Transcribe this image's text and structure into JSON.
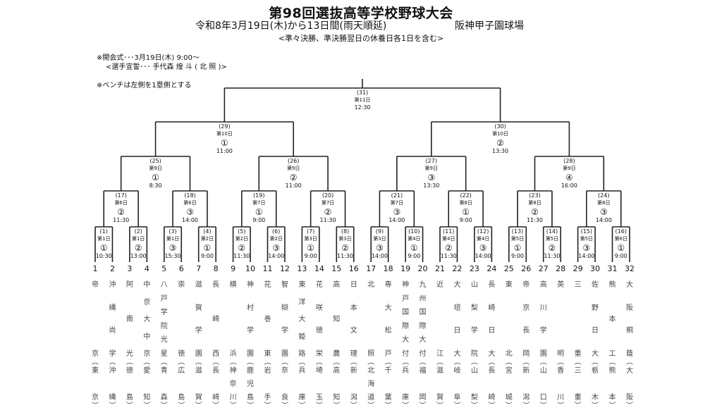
{
  "header": {
    "title": "第98回選抜高等学校野球大会",
    "subtitle": "令和8年3月19日(木)から13日間(雨天順延)",
    "venue": "阪神甲子園球場",
    "rest_note": "<準々決勝、準決勝翌日の休養日各1日を含む>"
  },
  "notes": {
    "opening": "※開会式･･･3月19日(木) 9:00～",
    "oath": "<選手宣誓･･･ 手代森 煌 斗 ( 北 照 )>",
    "bench": "※ベンチは左側を1塁側とする"
  },
  "matches": [
    {
      "num": "(1)",
      "day": "第1日",
      "slot": "①",
      "time": "10:30"
    },
    {
      "num": "(2)",
      "day": "第1日",
      "slot": "②",
      "time": "13:00"
    },
    {
      "num": "(3)",
      "day": "第1日",
      "slot": "③",
      "time": "15:30"
    },
    {
      "num": "(4)",
      "day": "第2日",
      "slot": "①",
      "time": "9:00"
    },
    {
      "num": "(5)",
      "day": "第2日",
      "slot": "②",
      "time": "11:30"
    },
    {
      "num": "(6)",
      "day": "第2日",
      "slot": "③",
      "time": "14:00"
    },
    {
      "num": "(7)",
      "day": "第3日",
      "slot": "①",
      "time": "9:00"
    },
    {
      "num": "(8)",
      "day": "第3日",
      "slot": "②",
      "time": "11:30"
    },
    {
      "num": "(9)",
      "day": "第3日",
      "slot": "③",
      "time": "14:00"
    },
    {
      "num": "(10)",
      "day": "第4日",
      "slot": "①",
      "time": "9:00"
    },
    {
      "num": "(11)",
      "day": "第4日",
      "slot": "②",
      "time": "11:30"
    },
    {
      "num": "(12)",
      "day": "第4日",
      "slot": "③",
      "time": "14:00"
    },
    {
      "num": "(13)",
      "day": "第5日",
      "slot": "①",
      "time": "9:00"
    },
    {
      "num": "(14)",
      "day": "第5日",
      "slot": "②",
      "time": "11:30"
    },
    {
      "num": "(15)",
      "day": "第5日",
      "slot": "③",
      "time": "14:00"
    },
    {
      "num": "(16)",
      "day": "第6日",
      "slot": "①",
      "time": "9:00"
    },
    {
      "num": "(17)",
      "day": "第6日",
      "slot": "②",
      "time": "11:30"
    },
    {
      "num": "(18)",
      "day": "第6日",
      "slot": "③",
      "time": "14:00"
    },
    {
      "num": "(19)",
      "day": "第7日",
      "slot": "①",
      "time": "9:00"
    },
    {
      "num": "(20)",
      "day": "第7日",
      "slot": "②",
      "time": "11:30"
    },
    {
      "num": "(21)",
      "day": "第7日",
      "slot": "③",
      "time": "14:00"
    },
    {
      "num": "(22)",
      "day": "第8日",
      "slot": "①",
      "time": "9:00"
    },
    {
      "num": "(23)",
      "day": "第8日",
      "slot": "②",
      "time": "11:30"
    },
    {
      "num": "(24)",
      "day": "第8日",
      "slot": "③",
      "time": "14:00"
    },
    {
      "num": "(25)",
      "day": "第9日",
      "slot": "①",
      "time": "8:30"
    },
    {
      "num": "(26)",
      "day": "第9日",
      "slot": "②",
      "time": "11:00"
    },
    {
      "num": "(27)",
      "day": "第9日",
      "slot": "③",
      "time": "13:30"
    },
    {
      "num": "(28)",
      "day": "第9日",
      "slot": "④",
      "time": "16:00"
    },
    {
      "num": "(29)",
      "day": "第10日",
      "slot": "①",
      "time": "11:00"
    },
    {
      "num": "(30)",
      "day": "第10日",
      "slot": "②",
      "time": "13:30"
    },
    {
      "num": "(31)",
      "day": "第11日",
      "slot": "",
      "time": "12:30"
    }
  ],
  "teams": [
    {
      "seed": "1",
      "school": "帝京",
      "pref": "東京"
    },
    {
      "seed": "2",
      "school": "沖縄尚学",
      "pref": "沖縄"
    },
    {
      "seed": "3",
      "school": "阿南光",
      "pref": "徳島"
    },
    {
      "seed": "4",
      "school": "中京大中京",
      "pref": "愛知"
    },
    {
      "seed": "5",
      "school": "八戸学院光星",
      "pref": "青森"
    },
    {
      "seed": "6",
      "school": "崇徳",
      "pref": "広島"
    },
    {
      "seed": "7",
      "school": "滋賀学園",
      "pref": "滋賀"
    },
    {
      "seed": "8",
      "school": "長崎西",
      "pref": "長崎"
    },
    {
      "seed": "9",
      "school": "横浜",
      "pref": "神奈川"
    },
    {
      "seed": "10",
      "school": "神村学園",
      "pref": "鹿児島"
    },
    {
      "seed": "11",
      "school": "花巻東",
      "pref": "岩手"
    },
    {
      "seed": "12",
      "school": "智辯学園",
      "pref": "奈良"
    },
    {
      "seed": "13",
      "school": "東洋大姫路",
      "pref": "兵庫"
    },
    {
      "seed": "14",
      "school": "花咲徳栄",
      "pref": "埼玉"
    },
    {
      "seed": "15",
      "school": "高知農",
      "pref": "高知"
    },
    {
      "seed": "16",
      "school": "日本文理",
      "pref": "新潟"
    },
    {
      "seed": "17",
      "school": "北照",
      "pref": "北海道"
    },
    {
      "seed": "18",
      "school": "専大松戸",
      "pref": "千葉"
    },
    {
      "seed": "19",
      "school": "神戸国際大付",
      "pref": "兵庫"
    },
    {
      "seed": "20",
      "school": "九州国際大付",
      "pref": "福岡"
    },
    {
      "seed": "21",
      "school": "近江",
      "pref": "滋賀"
    },
    {
      "seed": "22",
      "school": "大垣日大",
      "pref": "岐阜"
    },
    {
      "seed": "23",
      "school": "山梨学院",
      "pref": "山梨"
    },
    {
      "seed": "24",
      "school": "長崎日大",
      "pref": "長崎"
    },
    {
      "seed": "25",
      "school": "東北",
      "pref": "宮城"
    },
    {
      "seed": "26",
      "school": "帝京長岡",
      "pref": "新潟"
    },
    {
      "seed": "27",
      "school": "高川学園",
      "pref": "山口"
    },
    {
      "seed": "28",
      "school": "英明",
      "pref": "香川"
    },
    {
      "seed": "29",
      "school": "三重",
      "pref": "三重"
    },
    {
      "seed": "30",
      "school": "佐野日大",
      "pref": "栃木"
    },
    {
      "seed": "31",
      "school": "熊本工",
      "pref": "熊本"
    },
    {
      "seed": "32",
      "school": "大阪桐蔭",
      "pref": "大阪"
    }
  ]
}
